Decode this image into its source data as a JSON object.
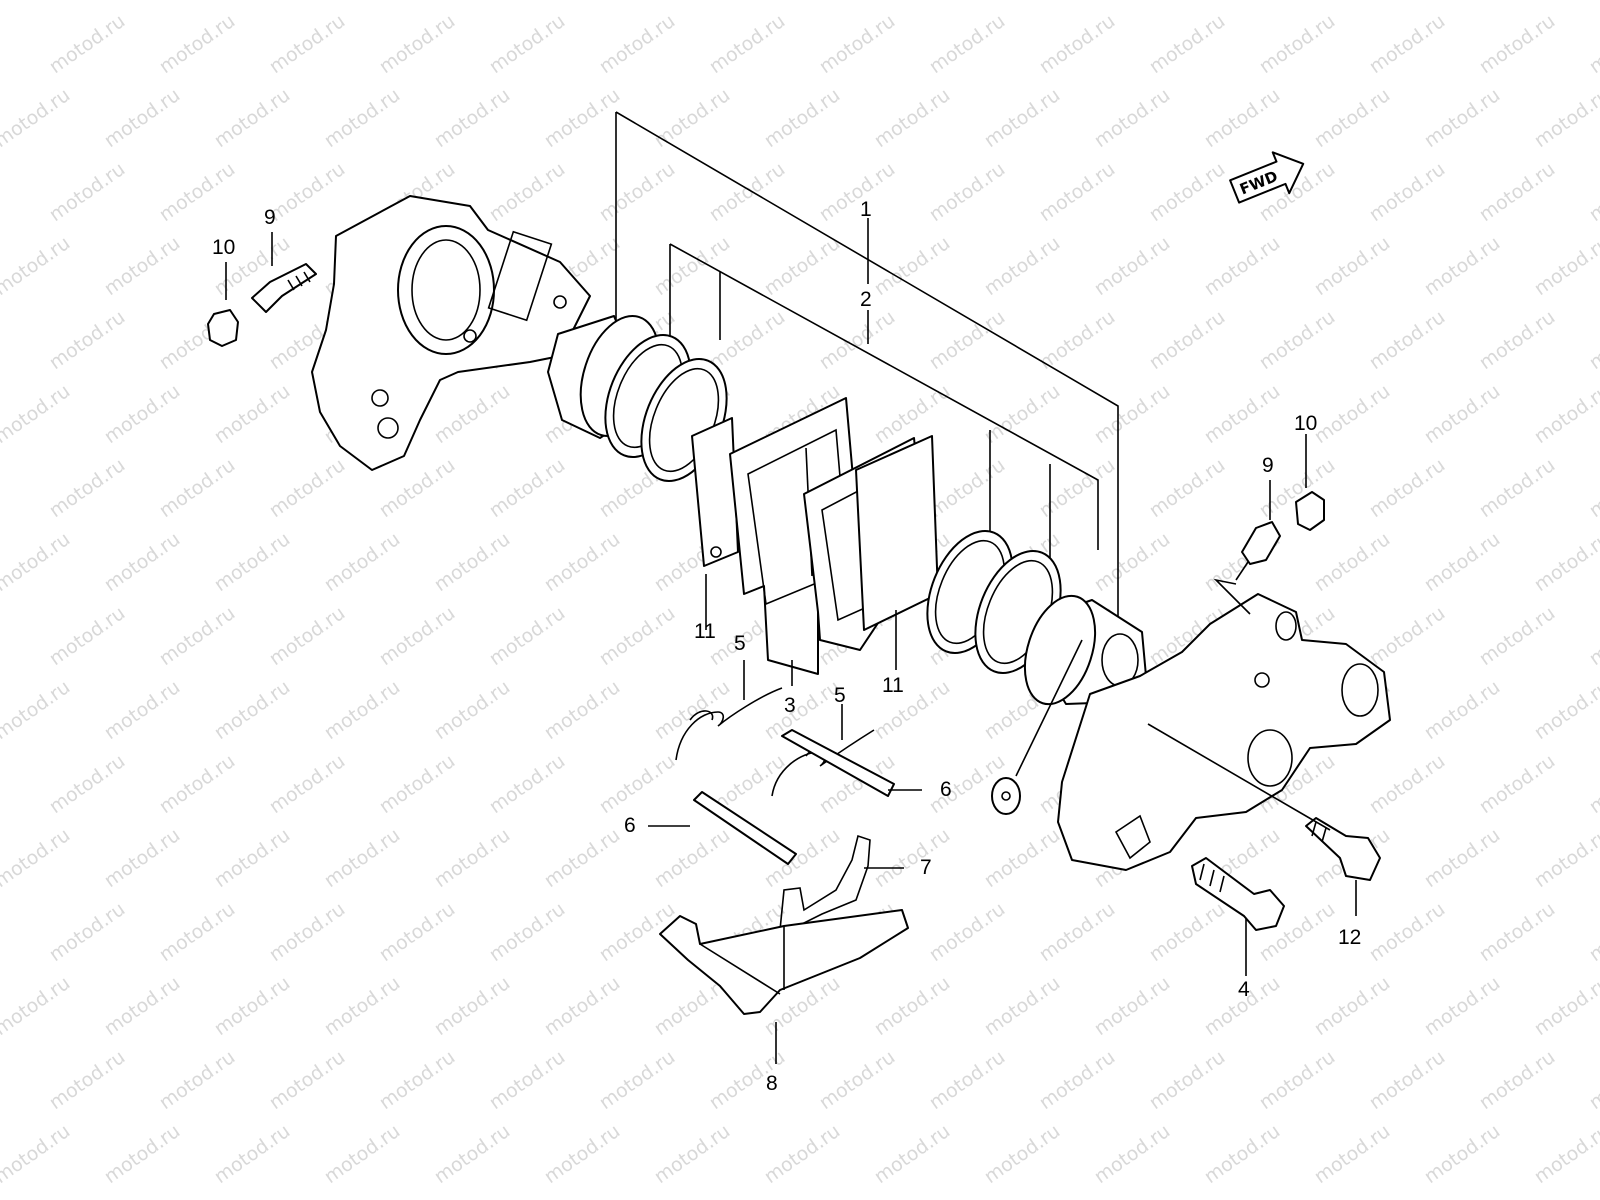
{
  "watermark": {
    "text": "motod.ru"
  },
  "direction_arrow": {
    "label": "FWD",
    "icon": "forward-arrow-icon"
  },
  "callouts": [
    "1",
    "2",
    "3",
    "4",
    "5",
    "5",
    "6",
    "6",
    "7",
    "8",
    "9",
    "9",
    "10",
    "10",
    "11",
    "11",
    "12"
  ],
  "colors": {
    "line": "#000000",
    "background": "#ffffff",
    "watermark": "#d8d8d8"
  }
}
